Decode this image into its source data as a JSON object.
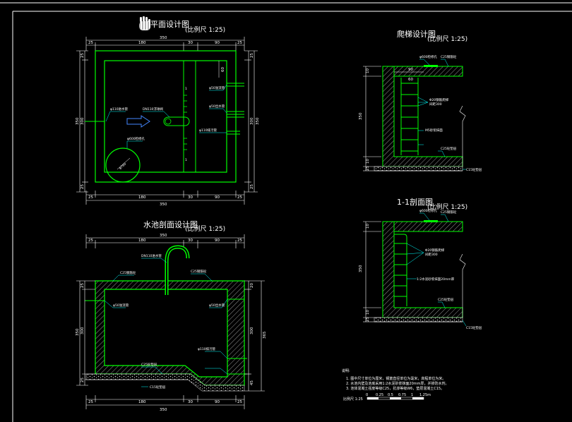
{
  "cad": {
    "colors": {
      "background": "#000000",
      "structure": "#00ff00",
      "hatch": "#bbbbbb",
      "dimension": "#ffffff",
      "leader": "#00ffff",
      "fill": "#8a8a8a"
    },
    "icons": [
      "pan-hand-icon"
    ]
  },
  "plan": {
    "title": "平面设计图",
    "scale": "(比例尺 1:25)",
    "dims_top": [
      "25",
      "180",
      "30",
      "90",
      "25"
    ],
    "dim_total_top": "350",
    "dims_bottom": [
      "25",
      "180",
      "30",
      "90",
      "25"
    ],
    "dim_total_bottom": "350",
    "dims_left": [
      "25",
      "300",
      "25"
    ],
    "dim_total_left": "350",
    "dims_right": [
      "25",
      "300",
      "25"
    ],
    "dim_total_right": "350",
    "dim_inner": "60",
    "section_marks": [
      "1",
      "1"
    ],
    "labels": [
      "φ110进水管",
      "DN110浮球阀",
      "φ50溢流管",
      "φ50出水管",
      "φ110排污管",
      "φ600检修孔",
      "φ760"
    ]
  },
  "detail": {
    "title": "爬梯设计图",
    "scale": "(比例尺 1:25)",
    "dims_left": [
      "10",
      "350",
      "10",
      "25"
    ],
    "dims_top": [
      "90",
      "60"
    ],
    "labels": [
      "φ600检修孔",
      "C25钢筋砼",
      "Φ20钢筋爬梯",
      "间距300",
      "C25砼垫层",
      "C15砼垫层",
      "M5砂浆抹面"
    ]
  },
  "section": {
    "title": "水池剖面设计图",
    "scale": "(比例尺 1:25)",
    "dims_top": [
      "25",
      "180",
      "30",
      "90",
      "25"
    ],
    "dim_total_top": "350",
    "dims_bottom": [
      "25",
      "180",
      "30",
      "90",
      "25"
    ],
    "dim_total_bottom": "350",
    "dims_left": [
      "25",
      "300",
      "25"
    ],
    "dim_total_left": "350",
    "dims_right": [
      "20",
      "300",
      "45"
    ],
    "dim_total_right": "365",
    "labels": [
      "DN110进水管",
      "C25钢筋砼",
      "C25钢筋砼",
      "φ50溢流管",
      "φ50出水管",
      "φ110排污管",
      "C25砼垫层",
      "C15砼垫层"
    ]
  },
  "cut": {
    "title": "1-1剖面图",
    "scale": "(比例尺 1:25)",
    "dims_left": [
      "10",
      "350",
      "10",
      "25"
    ],
    "labels": [
      "φ600检修孔",
      "C25钢筋砼",
      "Φ20钢筋爬梯",
      "间距300",
      "1:2水泥砂浆抹面20mm厚",
      "C25砼垫层",
      "C15砼垫层"
    ]
  },
  "notes": {
    "heading": "说明:",
    "lines": [
      "1. 图中尺寸单位为厘米，钢筋直径单位为毫米，高程单位为米。",
      "2. 水池内壁及池底采用1:2水泥砂浆抹面20mm厚，并掺防水剂。",
      "3. 池体混凝土强度等级C25，抗渗等级W6，垫层混凝土C15。"
    ],
    "scale_bar": {
      "label": "比例尺 1:25",
      "ticks": [
        "0",
        "0.25",
        "0.5",
        "0.75",
        "1",
        "1.25m"
      ]
    }
  }
}
